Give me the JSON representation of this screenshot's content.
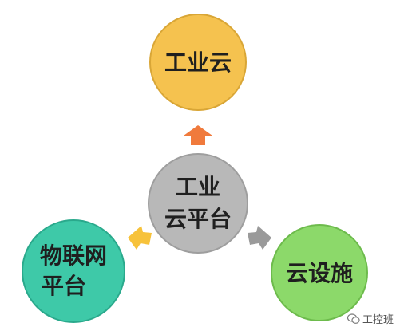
{
  "nodes": {
    "top": {
      "label": "工业云",
      "color": "#f5c24f",
      "stroke": "#d9a636"
    },
    "center": {
      "line1": "工业",
      "line2": "云平台",
      "color": "#b8b8b8",
      "stroke": "#9e9e9e"
    },
    "left": {
      "line1": "物联网",
      "line2": "平台",
      "color": "#3ec9a8",
      "stroke": "#2aa98c"
    },
    "right": {
      "label": "云设施",
      "color": "#8cd96a",
      "stroke": "#6dbb4c"
    }
  },
  "arrows": {
    "up": {
      "color": "#f07a3c"
    },
    "left": {
      "color": "#f7c23a"
    },
    "right": {
      "color": "#9a9a9a"
    }
  },
  "watermark": {
    "text": "工控班",
    "icon": "wechat-icon"
  }
}
